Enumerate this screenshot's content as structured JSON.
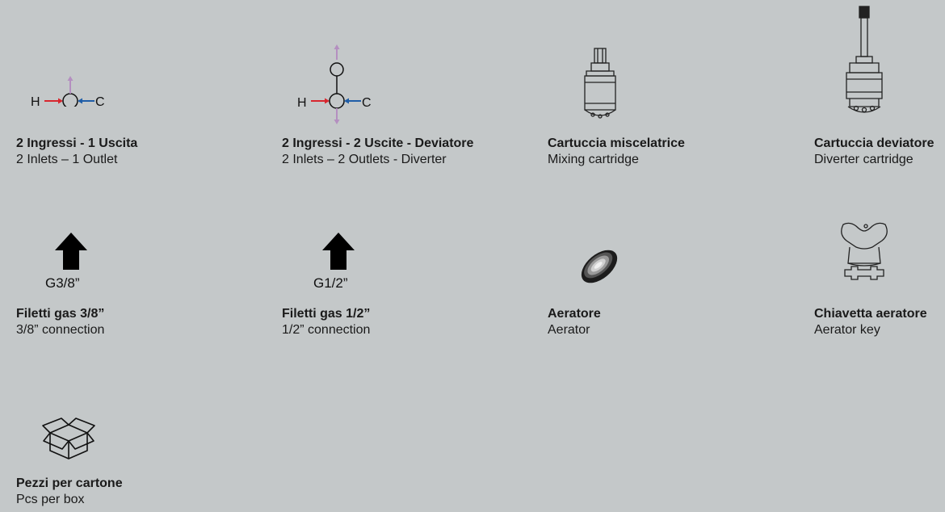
{
  "colors": {
    "hot": "#d8262e",
    "cold": "#1f5ea8",
    "flow": "#b48fc0",
    "ink": "#111111"
  },
  "items": [
    {
      "icon": "flow-2in-1out-icon",
      "it": "2 Ingressi - 1 Uscita",
      "en": "2 Inlets – 1 Outlet",
      "h": "H",
      "c": "C"
    },
    {
      "icon": "flow-2in-2out-diverter-icon",
      "it": "2 Ingressi - 2 Uscite - Deviatore",
      "en": "2 Inlets – 2 Outlets - Diverter",
      "h": "H",
      "c": "C"
    },
    {
      "icon": "mixing-cartridge-icon",
      "it": "Cartuccia miscelatrice",
      "en": "Mixing cartridge"
    },
    {
      "icon": "diverter-cartridge-icon",
      "it": "Cartuccia deviatore",
      "en": "Diverter cartridge"
    },
    {
      "icon": "thread-arrow-icon",
      "it": "Filetti gas 3/8”",
      "en": "3/8” connection",
      "size": "G3/8”"
    },
    {
      "icon": "thread-arrow-icon",
      "it": "Filetti gas 1/2”",
      "en": "1/2” connection",
      "size": "G1/2”"
    },
    {
      "icon": "aerator-icon",
      "it": "Aeratore",
      "en": "Aerator"
    },
    {
      "icon": "aerator-key-icon",
      "it": "Chiavetta aeratore",
      "en": "Aerator key"
    },
    {
      "icon": "box-icon",
      "it": "Pezzi per cartone",
      "en": "Pcs per box"
    }
  ]
}
